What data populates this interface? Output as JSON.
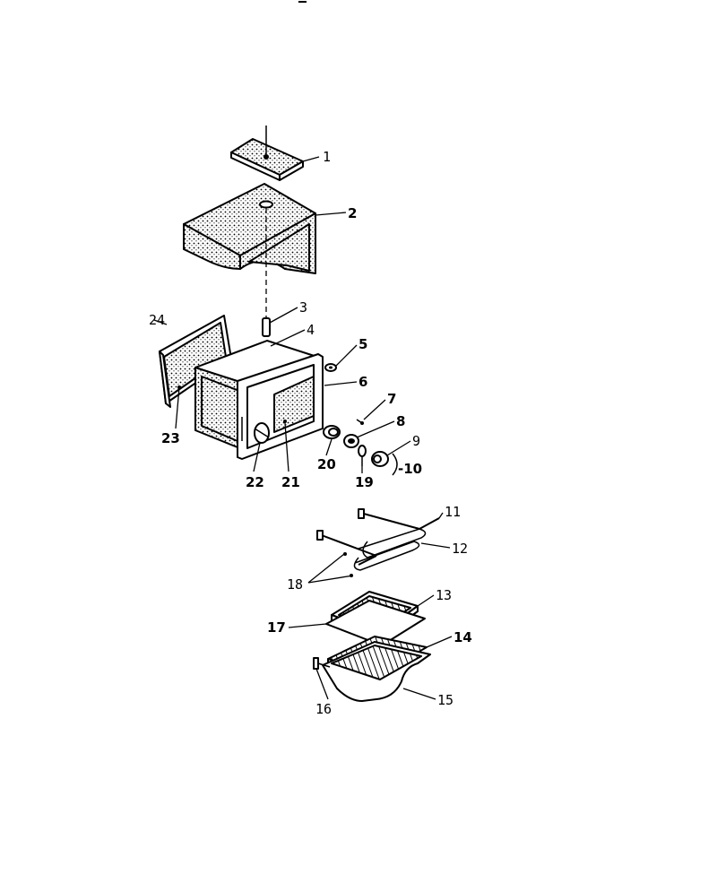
{
  "callouts": [
    {
      "id": "p1",
      "label": "1"
    },
    {
      "id": "p2",
      "label": "2"
    },
    {
      "id": "p3",
      "label": "3"
    },
    {
      "id": "p4",
      "label": "4"
    },
    {
      "id": "p5",
      "label": "5"
    },
    {
      "id": "p6",
      "label": "6"
    },
    {
      "id": "p7",
      "label": "7"
    },
    {
      "id": "p8",
      "label": "8"
    },
    {
      "id": "p9",
      "label": "9"
    },
    {
      "id": "p10",
      "label": "-10"
    },
    {
      "id": "p11",
      "label": "11"
    },
    {
      "id": "p12",
      "label": "12"
    },
    {
      "id": "p13",
      "label": "13"
    },
    {
      "id": "p14",
      "label": "14"
    },
    {
      "id": "p15",
      "label": "15"
    },
    {
      "id": "p16",
      "label": "16"
    },
    {
      "id": "p17",
      "label": "17"
    },
    {
      "id": "p18",
      "label": "18"
    },
    {
      "id": "p19",
      "label": "19"
    },
    {
      "id": "p20",
      "label": "20"
    },
    {
      "id": "p21",
      "label": "21"
    },
    {
      "id": "p22",
      "label": "22"
    },
    {
      "id": "p23",
      "label": "23"
    },
    {
      "id": "p24",
      "label": "24"
    }
  ],
  "colors": {
    "ink": "#000000",
    "paper": "#ffffff"
  }
}
